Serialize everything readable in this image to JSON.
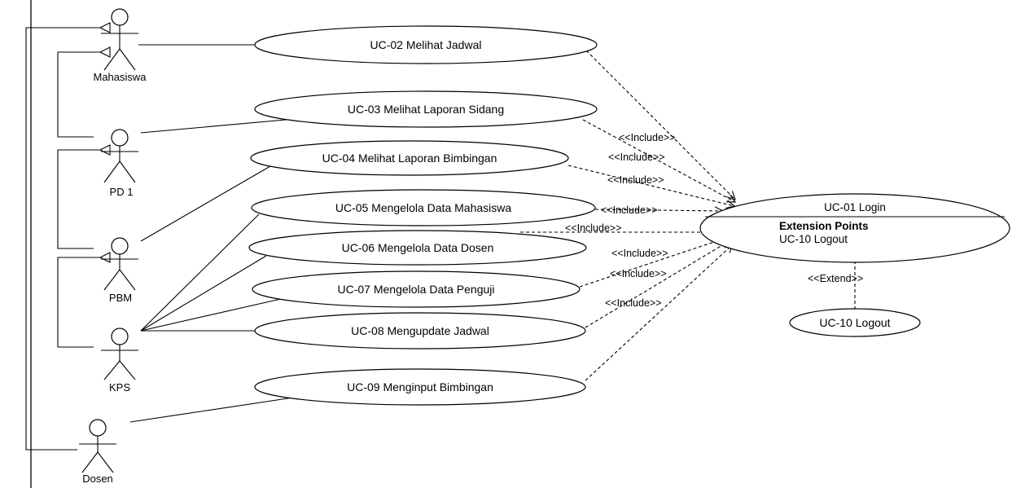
{
  "actors": [
    {
      "id": "mahasiswa",
      "label": "Mahasiswa"
    },
    {
      "id": "pd1",
      "label": "PD 1"
    },
    {
      "id": "pbm",
      "label": "PBM"
    },
    {
      "id": "kps",
      "label": "KPS"
    },
    {
      "id": "dosen",
      "label": "Dosen"
    }
  ],
  "use_cases": [
    {
      "id": "uc02",
      "label": "UC-02 Melihat Jadwal"
    },
    {
      "id": "uc03",
      "label": "UC-03 Melihat Laporan Sidang"
    },
    {
      "id": "uc04",
      "label": "UC-04 Melihat Laporan Bimbingan"
    },
    {
      "id": "uc05",
      "label": "UC-05 Mengelola Data Mahasiswa"
    },
    {
      "id": "uc06",
      "label": "UC-06 Mengelola Data Dosen"
    },
    {
      "id": "uc07",
      "label": "UC-07 Mengelola Data Penguji"
    },
    {
      "id": "uc08",
      "label": "UC-08 Mengupdate Jadwal"
    },
    {
      "id": "uc09",
      "label": "UC-09 Menginput Bimbingan"
    },
    {
      "id": "uc10",
      "label": "UC-10 Logout"
    }
  ],
  "login": {
    "label": "UC-01 Login",
    "extension_title": "Extension Points",
    "extension_point": "UC-10 Logout"
  },
  "include_label": "<<Include>>",
  "extend_label": "<<Extend>>"
}
